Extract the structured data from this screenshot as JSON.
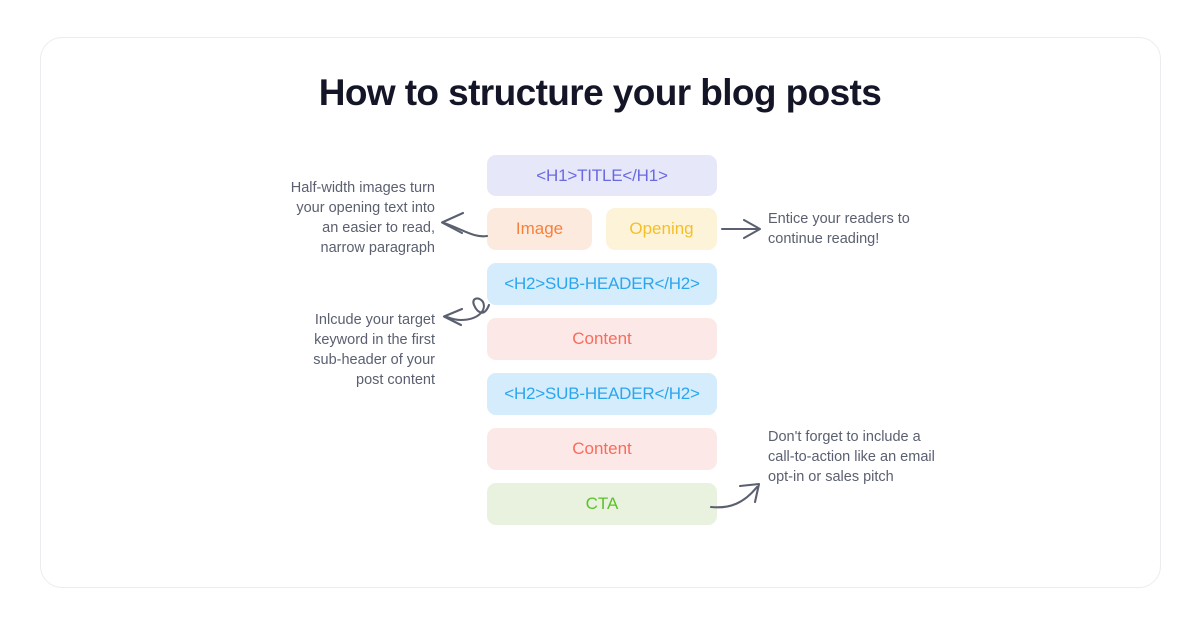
{
  "page": {
    "title": "How to structure your blog posts",
    "background_color": "#ffffff",
    "card_border_color": "#ececf0",
    "title_color": "#141527"
  },
  "diagram": {
    "blocks": [
      {
        "id": "h1-title",
        "label": "<H1>TITLE</H1>",
        "bg": "#e7e7fa",
        "fg": "#6a6ae0"
      },
      {
        "id": "image",
        "label": "Image",
        "bg": "#fdeade",
        "fg": "#f5823c"
      },
      {
        "id": "opening",
        "label": "Opening",
        "bg": "#fdf3d9",
        "fg": "#f5bf28"
      },
      {
        "id": "sub-header-1",
        "label": "<H2>SUB-HEADER</H2>",
        "bg": "#d4ecfb",
        "fg": "#2ba6ee"
      },
      {
        "id": "content-1",
        "label": "Content",
        "bg": "#fce9e7",
        "fg": "#f96b5b"
      },
      {
        "id": "sub-header-2",
        "label": "<H2>SUB-HEADER</H2>",
        "bg": "#d4ecfb",
        "fg": "#2ba6ee"
      },
      {
        "id": "content-2",
        "label": "Content",
        "bg": "#fce9e7",
        "fg": "#f96b5b"
      },
      {
        "id": "cta",
        "label": "CTA",
        "bg": "#e9f2df",
        "fg": "#5cc22b"
      }
    ],
    "annotations": [
      {
        "id": "half-width-images",
        "text": "Half-width images turn your opening text into an easier to read, narrow paragraph",
        "side": "left",
        "points_to": "image"
      },
      {
        "id": "target-keyword",
        "text": "Inlcude your target keyword in the first sub-header of your post content",
        "side": "left",
        "points_to": "sub-header-1"
      },
      {
        "id": "entice-readers",
        "text": "Entice your readers to continue reading!",
        "side": "right",
        "points_to": "opening"
      },
      {
        "id": "call-to-action",
        "text": "Don't forget to include a call-to-action like an email opt-in or sales pitch",
        "side": "right",
        "points_to": "cta"
      }
    ],
    "annotation_text_color": "#5b6070",
    "arrow_color": "#5b6070"
  }
}
